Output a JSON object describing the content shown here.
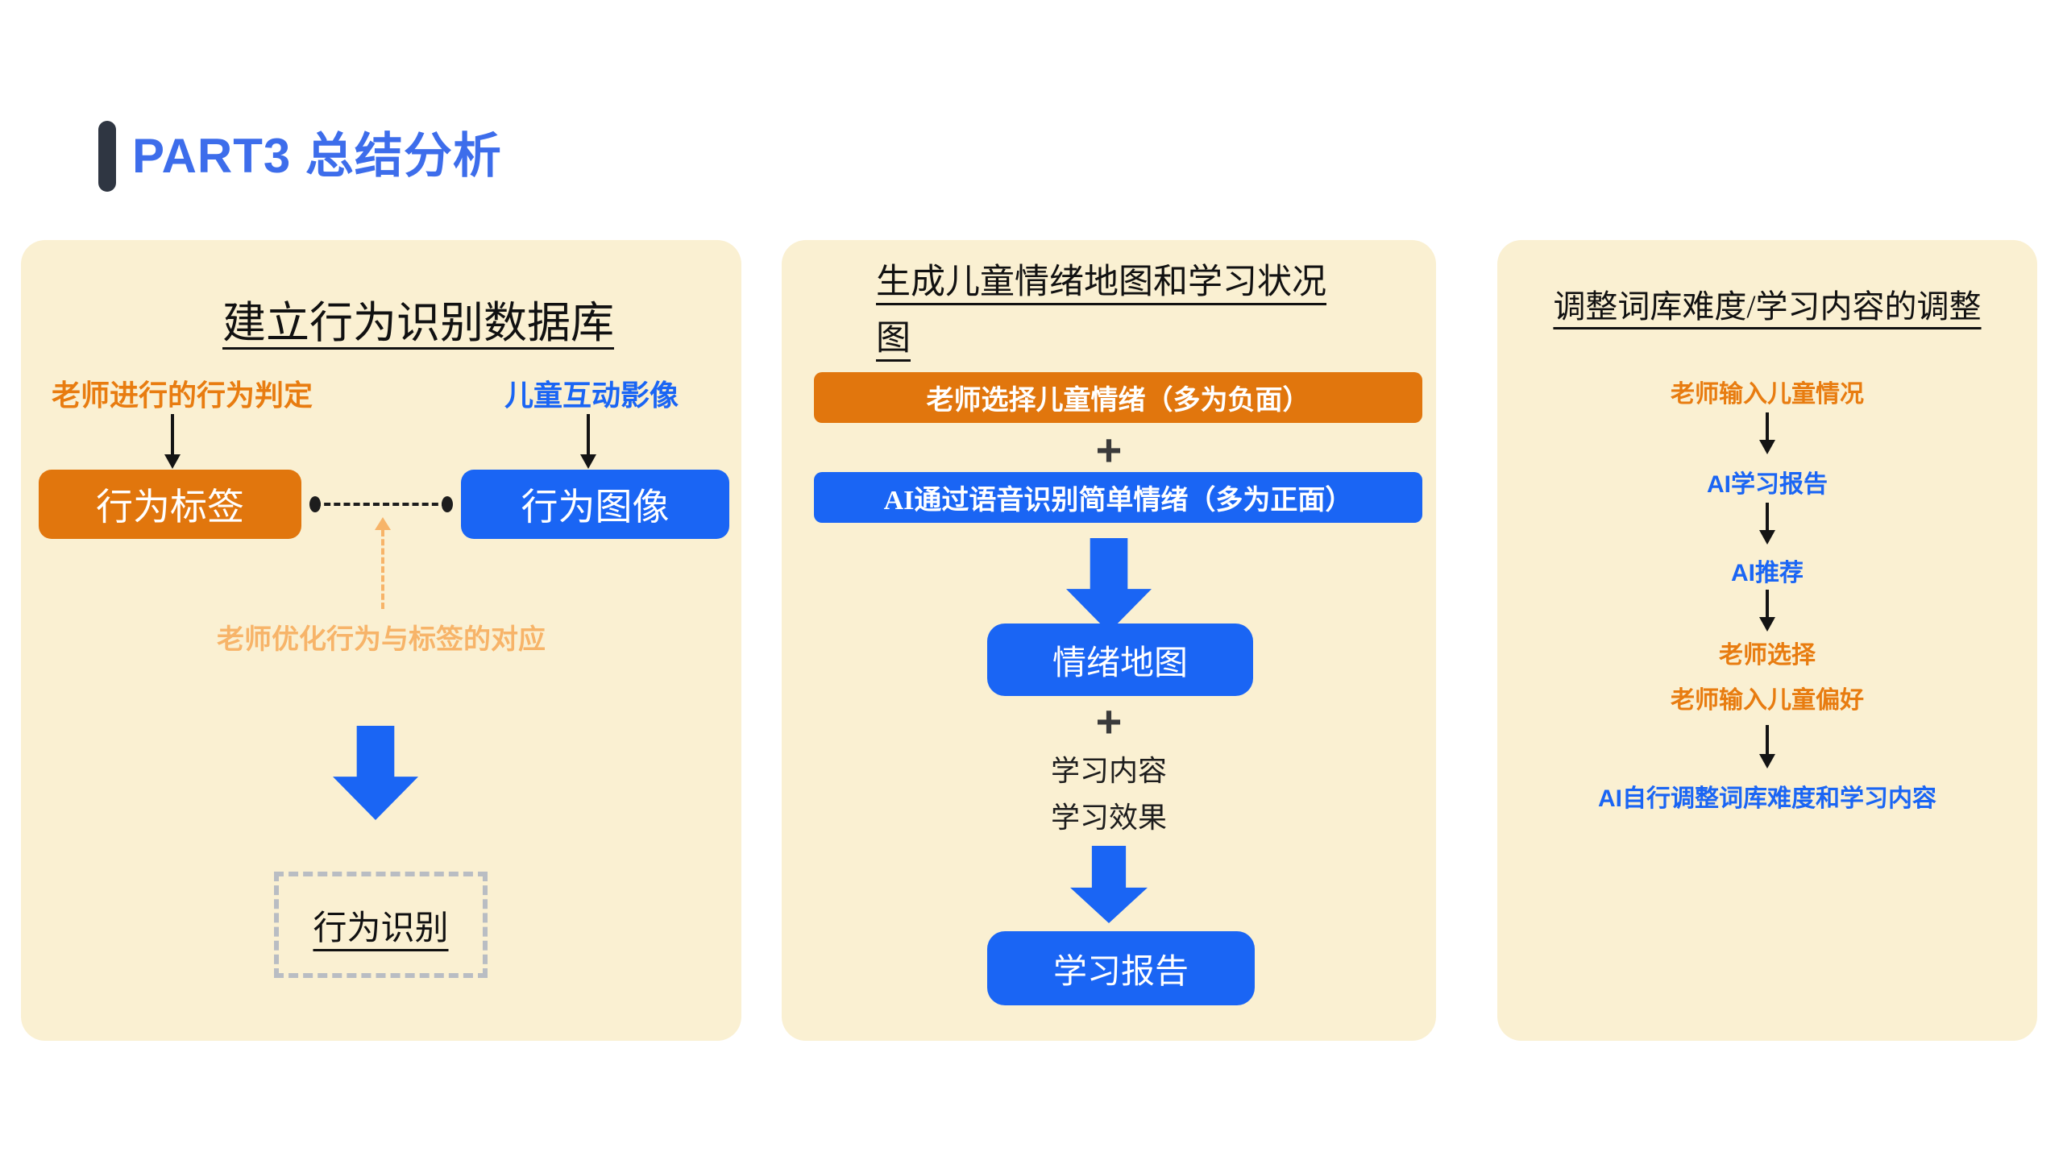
{
  "title": {
    "text": "PART3 总结分析",
    "color": "#3d6deb",
    "accent_color": "#2f3642"
  },
  "colors": {
    "panel_background": "#faf0d2",
    "orange": "#e1760d",
    "orange_text": "#e87c10",
    "light_orange": "#f7b469",
    "blue": "#1a65f4",
    "dark": "#1d1d1d",
    "dashed_gray": "#b9bdc3"
  },
  "left_panel": {
    "header": "建立行为识别数据库",
    "teacher_label": "老师进行的行为判定",
    "child_label": "儿童互动影像",
    "tag_box": "行为标签",
    "image_box": "行为图像",
    "note": "老师优化行为与标签的对应",
    "result": "行为识别"
  },
  "middle_panel": {
    "header_line1": "生成儿童情绪地图和学习状况",
    "header_line2": "图",
    "teacher_bar": "老师选择儿童情绪（多为负面）",
    "plus1": "+",
    "ai_bar": "AI通过语音识别简单情绪（多为正面）",
    "emotion_box": "情绪地图",
    "plus2": "+",
    "content_label": "学习内容",
    "effect_label": "学习效果",
    "report_box": "学习报告"
  },
  "right_panel": {
    "header": "调整词库难度/学习内容的调整",
    "step1": "老师输入儿童情况",
    "step2_prefix": "AI",
    "step2_text": "学习报告",
    "step3_prefix": "AI",
    "step3_text": "推荐",
    "step4a": "老师选择",
    "step4b": "老师输入儿童偏好",
    "step5_prefix": "AI",
    "step5_text": "自行调整词库难度和学习内容"
  }
}
